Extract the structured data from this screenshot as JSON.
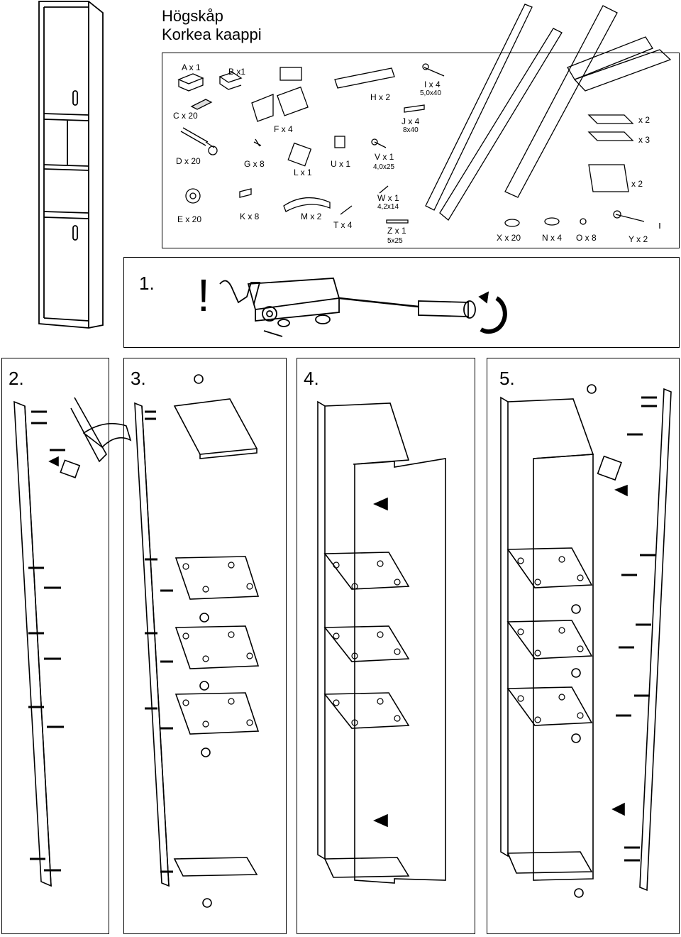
{
  "header": {
    "title_line1": "Högskåp",
    "title_line2": "Korkea kaappi"
  },
  "parts": {
    "A": "A x 1",
    "B": "B x1",
    "C": "C x 20",
    "D": "D x 20",
    "E": "E x 20",
    "F": "F x 4",
    "G": "G x 8",
    "H": "H x 2",
    "I": "I x 4",
    "I_size": "5,0x40",
    "J": "J x 4",
    "J_size": "8x40",
    "K": "K x 8",
    "L": "L x 1",
    "M": "M x 2",
    "T": "T x 4",
    "U": "U x 1",
    "V": "V x 1",
    "V_size": "4,0x25",
    "W": "W x 1",
    "W_size": "4,2x14",
    "Z": "Z x 1",
    "Z_size": "5x25",
    "X": "X x 20",
    "N": "N x 4",
    "O": "O x 8",
    "Y": "Y x 2",
    "panel_small_a": "x 2",
    "panel_small_b": "x 3",
    "panel_square": "x 2"
  },
  "steps": {
    "s1": "1.",
    "s2": "2.",
    "s3": "3.",
    "s4": "4.",
    "s5": "5."
  },
  "warning": "!"
}
